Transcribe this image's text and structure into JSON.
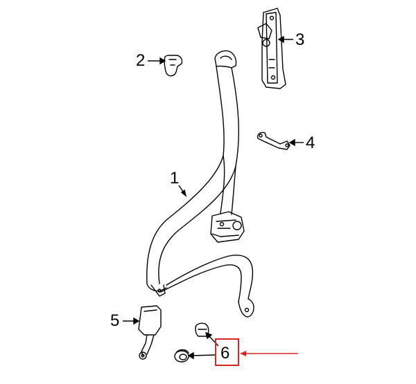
{
  "diagram": {
    "callouts": [
      {
        "id": "1",
        "label": "1"
      },
      {
        "id": "2",
        "label": "2"
      },
      {
        "id": "3",
        "label": "3"
      },
      {
        "id": "4",
        "label": "4"
      },
      {
        "id": "5",
        "label": "5"
      },
      {
        "id": "6",
        "label": "6"
      }
    ],
    "highlighted_callout": "6",
    "colors": {
      "line": "#000000",
      "highlight": "#e0211f",
      "background": "#ffffff"
    }
  }
}
